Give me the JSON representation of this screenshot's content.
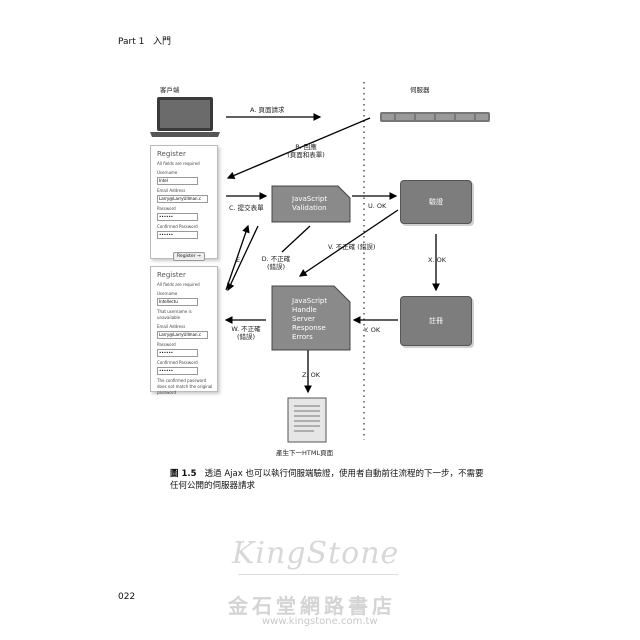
{
  "header": {
    "part": "Part 1",
    "title": "入門"
  },
  "columns": {
    "client": "客戶端",
    "server": "伺服器"
  },
  "arrows": {
    "a": "A. 頁面請求",
    "b1": "B. 回應",
    "b2": "(頁面和表單)",
    "c": "C. 提交表單",
    "d1": "D. 不正確",
    "d2": "(錯誤)",
    "e": "E.",
    "u": "U. OK",
    "v": "V. 不正確 (錯誤)",
    "w1": "W. 不正確",
    "w2": "(錯誤)",
    "x": "X. OK",
    "y": "Y. OK",
    "z": "Z. OK"
  },
  "boxes": {
    "js_validation": [
      "JavaScript",
      "Validation"
    ],
    "js_handle": [
      "JavaScript",
      "Handle",
      "Server",
      "Response",
      "Errors"
    ],
    "validate": "驗證",
    "register": "註冊",
    "next_page": "產生下一HTML頁面"
  },
  "form1": {
    "title": "Register",
    "note": "All fields are required",
    "username_label": "Username",
    "username_value": "Intel",
    "email_label": "Email Address",
    "email_value": "Larry@LarryUllman.c",
    "password_label": "Password",
    "password_value": "••••••",
    "confirm_label": "Confirmed Password",
    "confirm_value": "••••••",
    "button": "Register →"
  },
  "form2": {
    "title": "Register",
    "note": "All fields are required",
    "username_label": "Username",
    "username_value": "Intellectu",
    "username_error": "That username is unavailable",
    "email_label": "Email Address",
    "email_value": "Larry@LarryUllman.c",
    "password_label": "Password",
    "password_value": "••••••",
    "confirm_label": "Confirmed Password",
    "confirm_value": "••••••",
    "confirm_error": "The confirmed password does not match the original password"
  },
  "caption": {
    "label": "圖 1.5",
    "text": "透過 Ajax 也可以執行伺服端驗證，使用者自動前往流程的下一步，不需要任何公開的伺服器請求"
  },
  "page_number": "022",
  "watermark": {
    "brand": "KingStone",
    "store": "金石堂網路書店",
    "url": "www.kingstone.com.tw"
  }
}
